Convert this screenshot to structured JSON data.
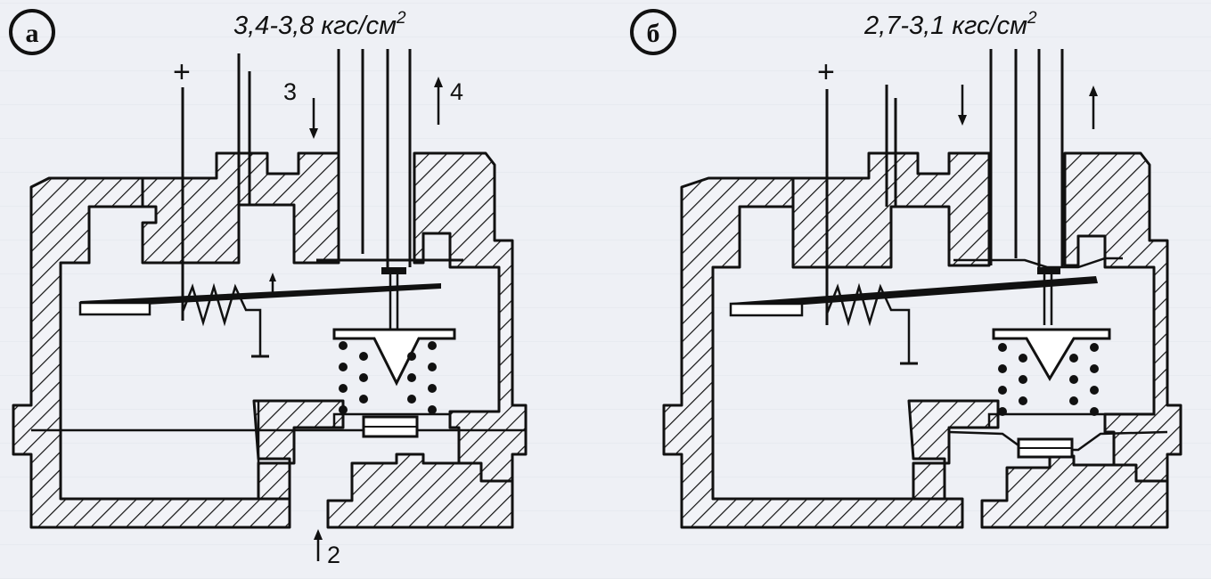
{
  "panel_a": {
    "letter": "а",
    "pressure": "3,4-3,8 кгс/см",
    "pressure_exp": "2",
    "plus": "+",
    "label_3": "3",
    "label_4": "4",
    "label_2": "2"
  },
  "panel_b": {
    "letter": "б",
    "pressure": "2,7-3,1 кгс/см",
    "pressure_exp": "2",
    "plus": "+"
  },
  "colors": {
    "ink": "#111111",
    "paper": "#eef0f5"
  }
}
